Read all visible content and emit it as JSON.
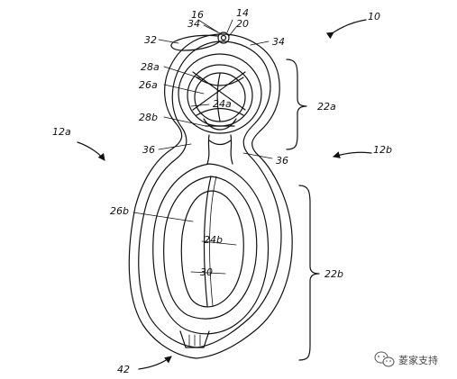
{
  "diagram": {
    "labels": {
      "l10": "10",
      "l12a": "12a",
      "l12b": "12b",
      "l14": "14",
      "l16": "16",
      "l20": "20",
      "l22a": "22a",
      "l22b": "22b",
      "l24a": "24a",
      "l24b": "24b",
      "l26a": "26a",
      "l26b": "26b",
      "l28a": "28a",
      "l28b": "28b",
      "l30": "30",
      "l32": "32",
      "l34_left": "34",
      "l34_right": "34",
      "l36_left": "36",
      "l36_right": "36",
      "l42": "42"
    },
    "watermark": "菱家支持",
    "watermark_icon": "wechat-icon"
  }
}
